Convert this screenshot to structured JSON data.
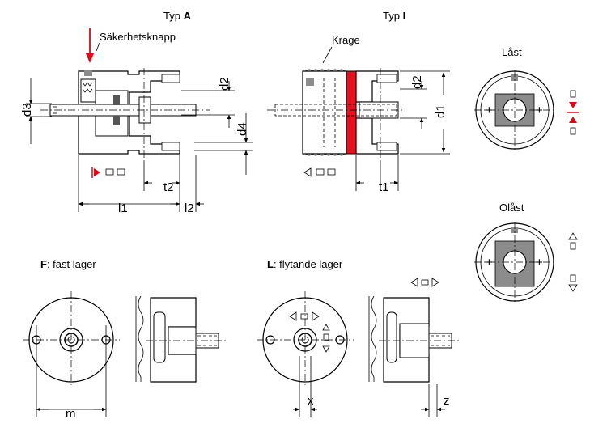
{
  "titles": {
    "type_a_prefix": "Typ ",
    "type_a_letter": "A",
    "type_i_prefix": "Typ ",
    "type_i_letter": "I",
    "f_letter": "F",
    "f_rest": ": fast lager",
    "l_letter": "L",
    "l_rest": ": flytande lager"
  },
  "callouts": {
    "safety_button": "Säkerhetsknapp",
    "collar": "Krage",
    "locked": "Låst",
    "unlocked": "Olåst"
  },
  "dimensions": {
    "d3": "d3",
    "d2_a": "d2",
    "d4": "d4",
    "t2": "t2",
    "l1": "l1",
    "l2": "l2",
    "d2_i": "d2",
    "d1": "d1",
    "t1": "t1",
    "m": "m",
    "x": "x",
    "z": "z"
  },
  "colors": {
    "accent_red": "#e30613",
    "collar_red": "#e8101e",
    "grey": "#8c8c8c"
  }
}
